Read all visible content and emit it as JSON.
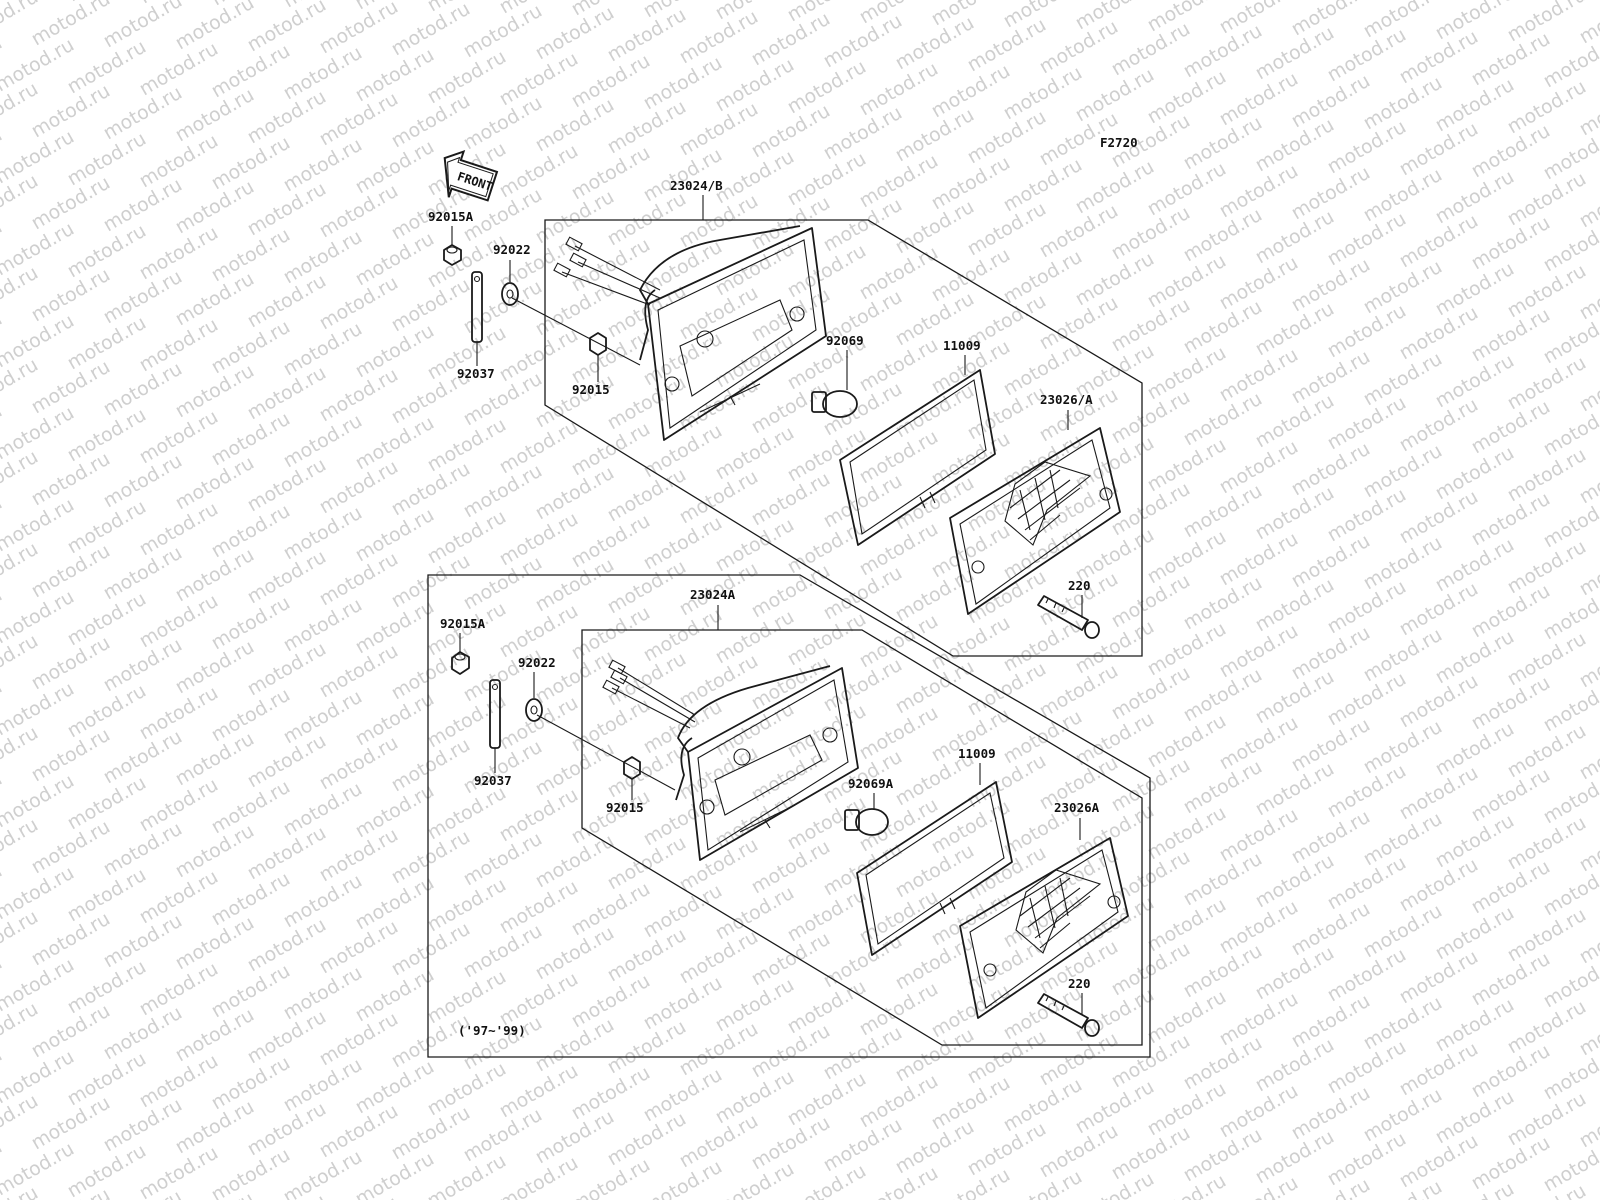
{
  "figure_code": "F2720",
  "front_arrow_label": "FRONT",
  "watermark_text": "motod.ru",
  "colors": {
    "ink": "#1a1a1a",
    "watermark": "#cfcfcf",
    "background": "#ffffff"
  },
  "upper_group": {
    "part_labels": {
      "assembly": "23024/B",
      "nut_a": "92015A",
      "washer": "92022",
      "spacer": "92037",
      "nut": "92015",
      "bulb": "92069",
      "gasket": "11009",
      "lens": "23026/A",
      "screw": "220"
    }
  },
  "lower_group": {
    "year_note": "('97~'99)",
    "part_labels": {
      "assembly": "23024A",
      "nut_a": "92015A",
      "washer": "92022",
      "spacer": "92037",
      "nut": "92015",
      "bulb": "92069A",
      "gasket": "11009",
      "lens": "23026A",
      "screw": "220"
    }
  }
}
